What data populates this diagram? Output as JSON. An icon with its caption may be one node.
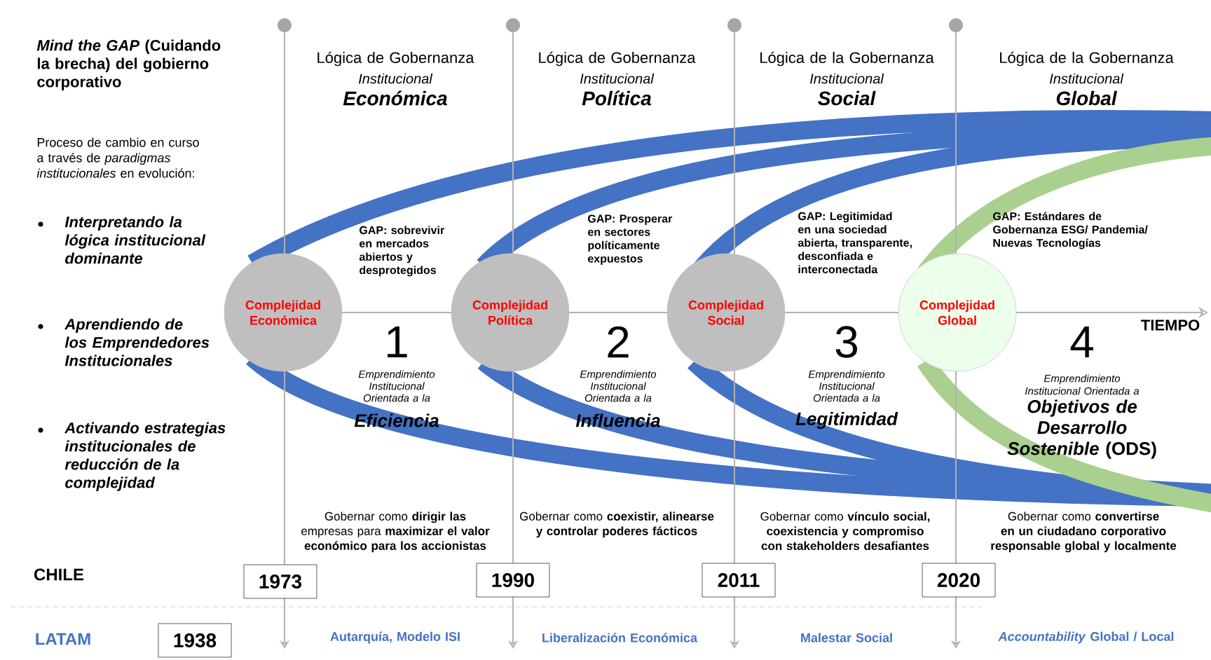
{
  "diagram": {
    "nodes": [
      {
        "text": [
          "Complejidad Económica"
        ]
      },
      {
        "text": [
          "Complejidad Política"
        ]
      },
      {
        "text": [
          "Complejidad Social"
        ]
      },
      {
        "text": [
          "Complejidad Global"
        ]
      },
      {
        "text": [
          "1973"
        ]
      },
      {
        "text": [
          "1990"
        ]
      },
      {
        "text": [
          "2011"
        ]
      },
      {
        "text": [
          "2020"
        ]
      },
      {
        "text": [
          "1938"
        ]
      }
    ],
    "labels": [
      "*Mind the GAP* (Cuidando la brecha) del gobierno corporativo",
      "Proceso de cambio en curso a través de *paradigmas institucionales* en evolución:",
      "Interpretando la lógica institucional dominante",
      "Aprendiendo de los Emprendedores Institucionales",
      "Activando estrategias institucionales de reducción de la complejidad",
      "Lógica de Gobernanza",
      "Institucional",
      "Económica",
      "Lógica de Gobernanza",
      "Institucional",
      "Política",
      "Lógica de la Gobernanza",
      "Institucional",
      "Social",
      "Lógica de la Gobernanza",
      "Institucional",
      "Global",
      "GAP: sobrevivir en mercados abiertos y desprotegidos",
      "1",
      "Emprendimiento Institucional Orientada a la",
      "Eficiencia",
      "GAP: Prosperar en sectores políticamente expuestos",
      "2",
      "Emprendimiento Institucional Orientada a la",
      "Influencia",
      "GAP: Legitimidad en una sociedad abierta, transparente, desconfiada e interconectada",
      "3",
      "Emprendimiento Institucional Orientada a la",
      "Legitimidad",
      "GAP: Estándares de Gobernanza ESG/ Pandemia/ Nuevas Tecnologías",
      "4",
      "Emprendimiento Institucional Orientada a",
      "*Objetivos de Desarrollo Sostenible* (ODS)",
      "TIEMPO",
      "Gobernar como **dirigir las** empresas para **maximizar el valor económico para los accionistas**",
      "Gobernar como **coexistir, alinearse y controlar poderes fácticos**",
      "Gobernar como **vínculo social, coexistencia y compromiso con stakeholders desafiantes**",
      "Gobernar como **convertirse en un ciudadano corporativo responsable global y localmente**",
      "CHILE",
      "LATAM",
      "Autarquía, Modelo ISI",
      "Liberalización Económica",
      "Malestar Social",
      "*Accountability* Global / Local"
    ]
  }
}
